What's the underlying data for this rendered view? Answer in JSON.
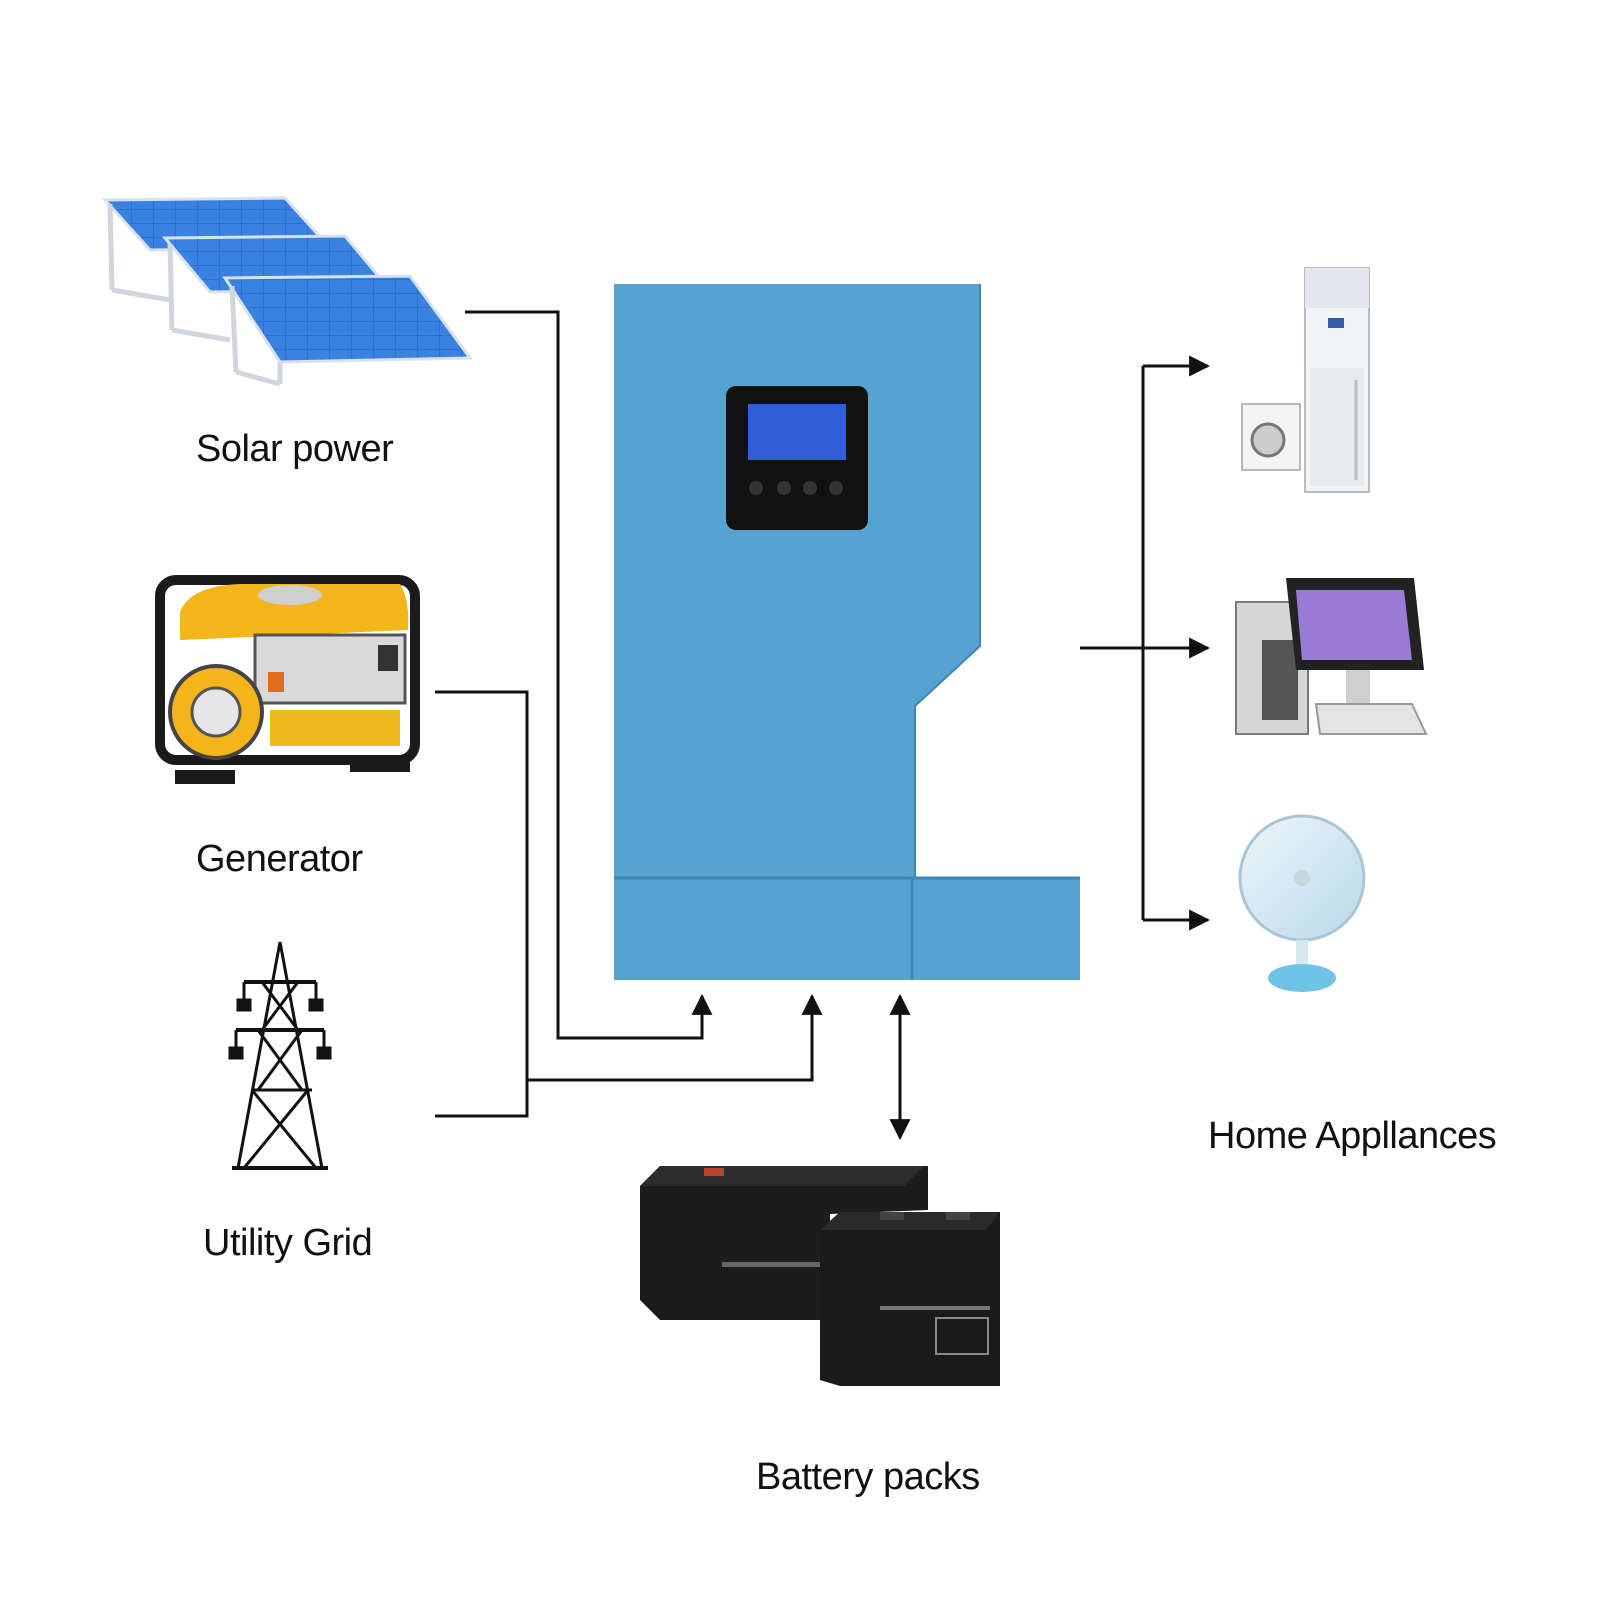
{
  "labels": {
    "solar": "Solar power",
    "generator": "Generator",
    "grid": "Utility Grid",
    "appliances": "Home Appllances",
    "batteries": "Battery packs"
  },
  "colors": {
    "inverter_blue": "#56a3d2",
    "inverter_white": "#ffffff",
    "line": "#111111",
    "generator_yellow": "#f3b51a",
    "solar_cell": "#2f6fd0",
    "battery": "#1c1c1c"
  },
  "icons": [
    "solar-panel-icon",
    "generator-icon",
    "power-tower-icon",
    "inverter-icon",
    "air-conditioner-icon",
    "washing-machine-icon",
    "desktop-computer-icon",
    "fan-icon",
    "battery-icon"
  ]
}
